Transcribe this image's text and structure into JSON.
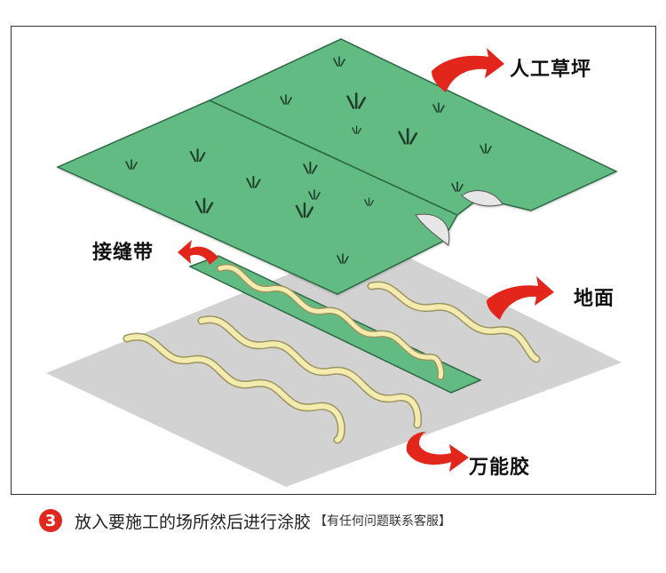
{
  "labels": {
    "turf": "人工草坪",
    "seam_tape": "接缝带",
    "ground": "地面",
    "adhesive": "万能胶"
  },
  "caption": {
    "step": "3",
    "text": "放入要施工的场所然后进行涂胶",
    "note": "【有任何问题联系客服】"
  },
  "colors": {
    "turf": "#62bb82",
    "turf_edge": "#2e6a45",
    "grass_tuft": "#1f3d2a",
    "ground": "#d2d2d2",
    "adhesive": "#f4ecae",
    "adhesive_edge": "#9c9460",
    "arrow": "#e3261c",
    "badge": "#e0281e"
  },
  "icons": [
    "curved-arrow-icon",
    "grass-tuft-icon",
    "step-number-icon"
  ]
}
